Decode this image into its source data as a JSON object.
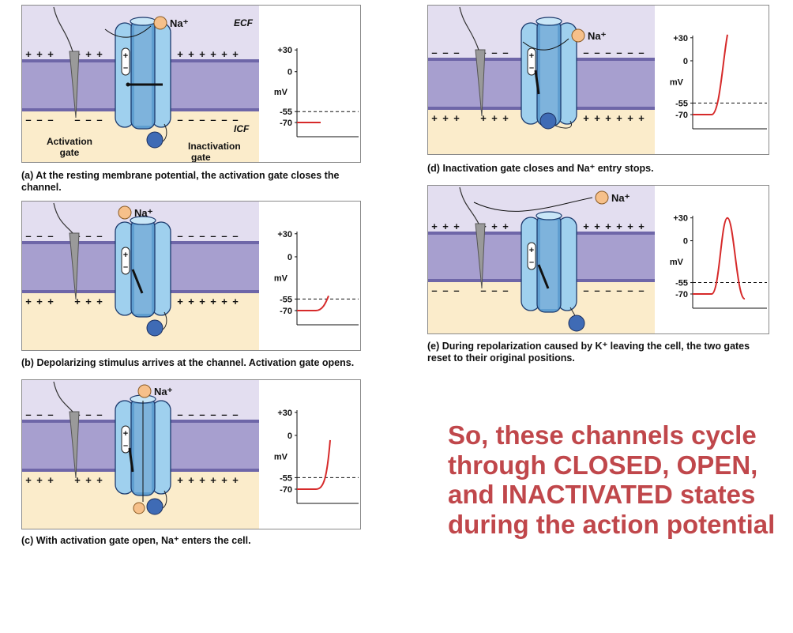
{
  "labels": {
    "ion": "Na⁺",
    "ecf": "ECF",
    "icf": "ICF",
    "activation_gate": "Activation\ngate",
    "inactivation_gate": "Inactivation\ngate",
    "mv_unit": "mV",
    "ticks": [
      "+30",
      "0",
      "-55",
      "-70"
    ],
    "charge_pos": "+",
    "charge_neg": "–"
  },
  "panels": [
    {
      "id": "a",
      "tag": "(a)",
      "caption": "At the resting membrane potential, the activation gate closes the channel.",
      "top_charge": "+",
      "bottom_charge": "-",
      "trace": "rest"
    },
    {
      "id": "b",
      "tag": "(b)",
      "caption": "Depolarizing stimulus arrives at the channel. Activation gate opens.",
      "top_charge": "-",
      "bottom_charge": "+",
      "trace": "depolarizing"
    },
    {
      "id": "c",
      "tag": "(c)",
      "caption": "With activation gate open, Na⁺ enters the cell.",
      "top_charge": "-",
      "bottom_charge": "+",
      "trace": "rising"
    },
    {
      "id": "d",
      "tag": "(d)",
      "caption": "Inactivation gate closes and Na⁺ entry stops.",
      "top_charge": "-",
      "bottom_charge": "+",
      "trace": "peak"
    },
    {
      "id": "e",
      "tag": "(e)",
      "caption": "During repolarization caused by K⁺ leaving the cell, the two gates reset to their original positions.",
      "top_charge": "+",
      "bottom_charge": "-",
      "trace": "full"
    }
  ],
  "summary": "So, these channels cycle through CLOSED, OPEN, and INACTIVATED states during the action potential",
  "colors": {
    "ecf": "#e3def0",
    "membrane": "#a79fcf",
    "membrane_line": "#6e66a8",
    "icf": "#fbeccb",
    "channel": "#9fd0ee",
    "channel_dark": "#5f9ed0",
    "ion": "#f6c08a",
    "ball": "#3f6bb5",
    "trace": "#d62a2a",
    "summary": "#c0474b"
  }
}
